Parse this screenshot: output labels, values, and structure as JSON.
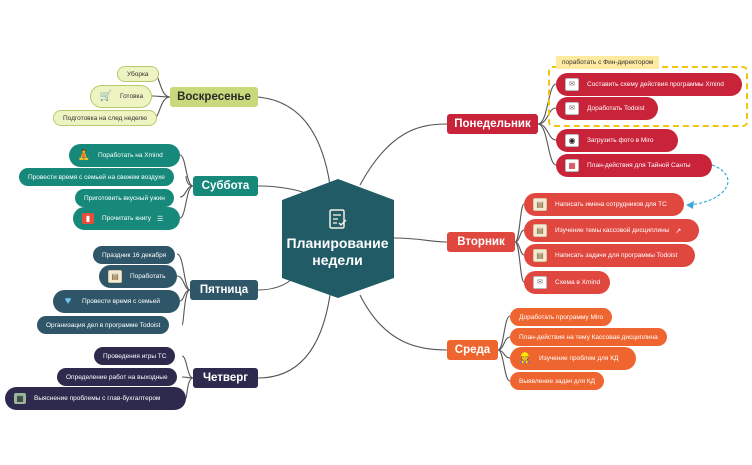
{
  "center": {
    "title_line1": "Планирование",
    "title_line2": "недели",
    "icon": "checklist-document-icon"
  },
  "colors": {
    "center": "#215c66",
    "sunday": "#c8d97c",
    "sunday_item": "#eef3c2",
    "saturday": "#16897a",
    "friday": "#2f5668",
    "thursday": "#2d2a4e",
    "monday": "#c9233a",
    "tuesday": "#e0473f",
    "wednesday": "#ef6530",
    "callout": "#fde9a0",
    "dash": "#f2c40e",
    "arrow": "#3da9d9",
    "line": "#555555"
  },
  "branches": {
    "sunday": {
      "label": "Воскресенье",
      "items": [
        "Уборка",
        "Готовка",
        "Подготовка на след неделю"
      ]
    },
    "saturday": {
      "label": "Суббота",
      "items": [
        "Поработать на Xmind",
        "Провести время с семьей на свежем воздухе",
        "Приготовить вкусный ужин",
        "Прочитать книгу"
      ]
    },
    "friday": {
      "label": "Пятница",
      "items": [
        "Праздник 16 декабря",
        "Поработать",
        "Провести время с семьей",
        "Организация дел в программе Todoist"
      ]
    },
    "thursday": {
      "label": "Четверг",
      "items": [
        "Проведения игры ТС",
        "Определение работ на выходные",
        "Выяснение проблемы с глав-бухгалтером"
      ]
    },
    "monday": {
      "label": "Понедельник",
      "callout": "поработать с Фин-директором",
      "items": [
        "Составить схему действия программы Xmind",
        "Доработать Todoist",
        "Загрузить фото в Miro",
        "План-действия для Тайной Санты"
      ]
    },
    "tuesday": {
      "label": "Вторник",
      "items": [
        "Написать имена сотрудников для ТС",
        "Изучение темы кассовой дисциплины",
        "Написать задачи для программы Todoist",
        "Схема в Xmind"
      ]
    },
    "wednesday": {
      "label": "Среда",
      "items": [
        "Доработать программу Miro",
        "План-действия на тему Кассовая дисциплина",
        "Изучение проблем для КД",
        "Выявление задач для КД"
      ]
    }
  }
}
